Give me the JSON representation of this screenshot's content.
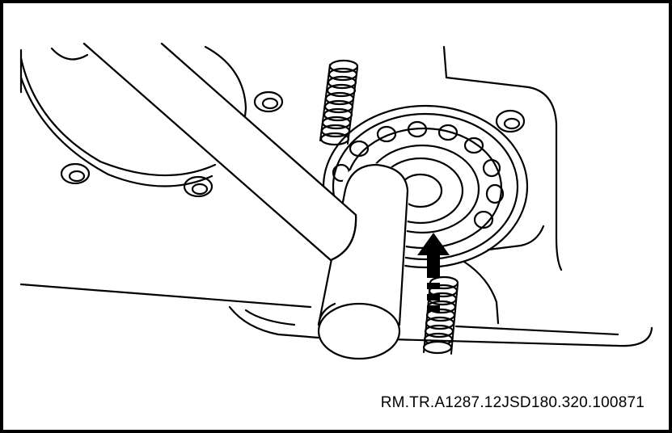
{
  "figure": {
    "reference_code": "RM.TR.A1287.12JSD180.320.100871",
    "line_color": "#000000",
    "fill_color": "#ffffff",
    "arrow_color": "#000000"
  },
  "parts": [
    {
      "name": "housing-plate",
      "icon": "cover-plate"
    },
    {
      "name": "left-cover",
      "icon": "round-cover"
    },
    {
      "name": "bearing",
      "icon": "ball-bearing"
    },
    {
      "name": "upper-stud",
      "icon": "threaded-stud"
    },
    {
      "name": "lower-stud",
      "icon": "threaded-stud"
    },
    {
      "name": "installer-tool",
      "icon": "drift-handle"
    },
    {
      "name": "direction-arrow",
      "icon": "up-arrow"
    }
  ]
}
